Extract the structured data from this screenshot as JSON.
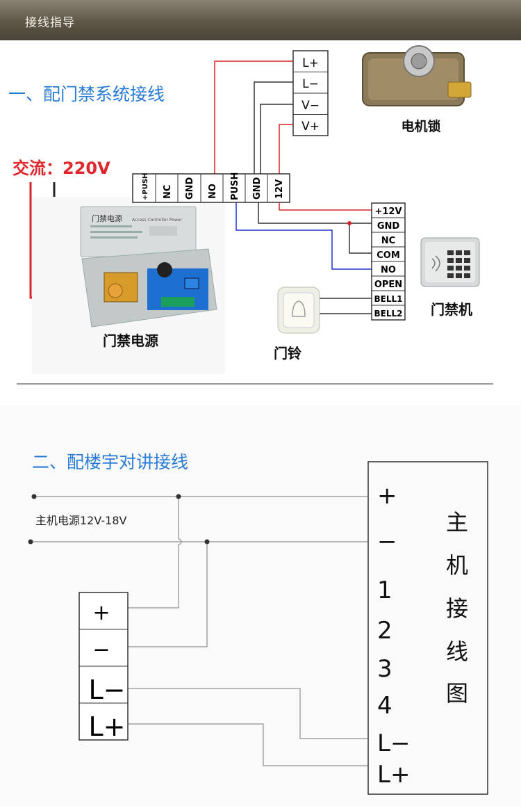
{
  "header": {
    "title": "接线指导"
  },
  "section1": {
    "title": "一、配门禁系统接线",
    "ac_label": "交流：220V",
    "lock_terminals": [
      "L+",
      "L−",
      "V−",
      "V+"
    ],
    "lock_label": "电机锁",
    "controller_terminals": [
      "+PUSH",
      "NC",
      "GND",
      "NO",
      "PUSH",
      "GND",
      "12V"
    ],
    "power_label": "门禁电源",
    "power_device": {
      "title": "门禁电源",
      "subtitle": "Access Controller Power"
    },
    "reader_terminals": [
      "+12V",
      "GND",
      "NC",
      "COM",
      "NO",
      "OPEN",
      "BELL1",
      "BELL2"
    ],
    "reader_label": "门禁机",
    "bell_label": "门铃"
  },
  "section2": {
    "title": "二、配楼宇对讲接线",
    "supply_label": "主机电源12V-18V",
    "left_terminals": [
      "+",
      "−",
      "L−",
      "L+"
    ],
    "host_terminals": [
      "+",
      "−",
      "1",
      "2",
      "3",
      "4",
      "L−",
      "L+"
    ],
    "host_title": [
      "主",
      "机",
      "接",
      "线",
      "图"
    ]
  },
  "colors": {
    "red_wire": "#d9232b",
    "blue_wire": "#2233cc",
    "title_blue": "#2a7bd6",
    "ac_red": "#e0262c"
  }
}
